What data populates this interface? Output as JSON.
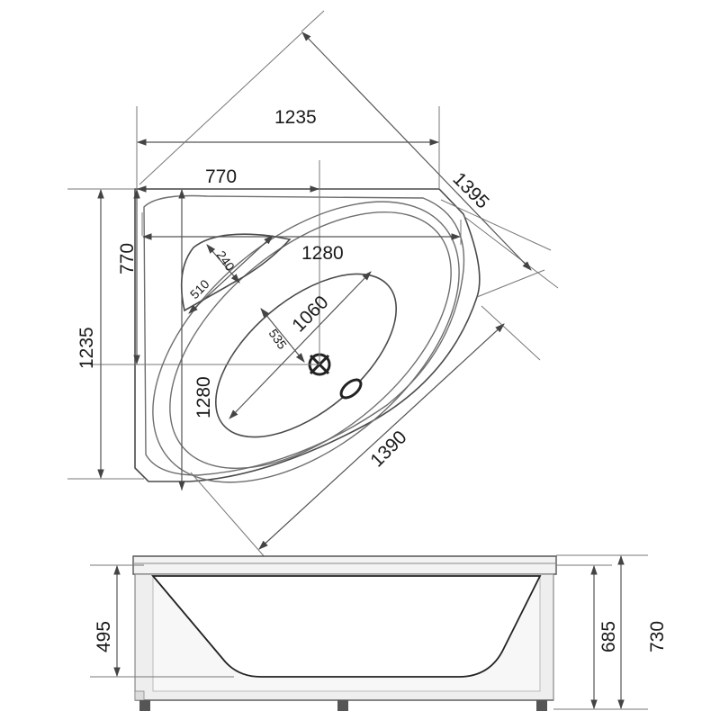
{
  "dimensions": {
    "top_width": "1235",
    "diag_outer": "1395",
    "top_half": "770",
    "left_half": "770",
    "left_full": "1235",
    "inner_width": "1280",
    "inner_height": "1280",
    "seat_outer": "240",
    "seat_inner": "510",
    "basin_length": "1060",
    "basin_width": "535",
    "diag_front": "1390",
    "depth_inner": "495",
    "height_rim": "685",
    "height_total": "730"
  }
}
